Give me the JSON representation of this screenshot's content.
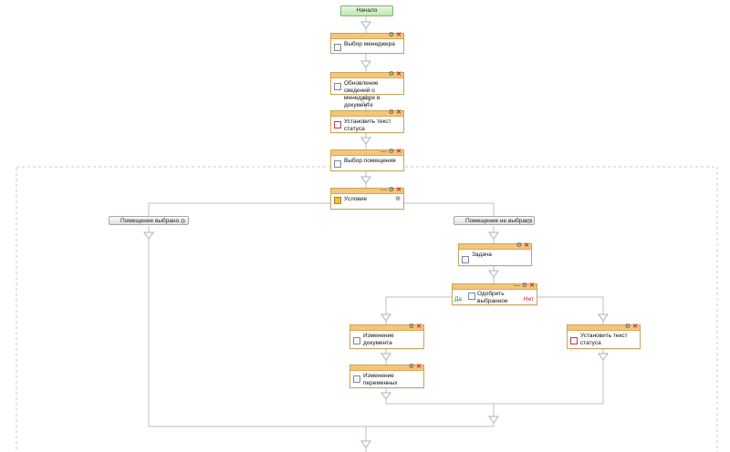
{
  "start": "Начало",
  "nodes": {
    "manager": "Выбор менеджера",
    "update_info": "Обновление сведений о менеджере в документе",
    "set_status1": "Установить текст статуса",
    "room": "Выбор помещения",
    "condition": "Условие",
    "task": "Задача",
    "approve": "Одобрить выбранное",
    "change_doc": "Изменение документа",
    "change_vars": "Изменение переменных",
    "set_status2": "Установить текст статуса"
  },
  "branches": {
    "selected": "Помещение выбрано",
    "not_selected": "Помещение не выбрано"
  },
  "approve_labels": {
    "yes": "Да",
    "no": "Нет"
  },
  "controls": {
    "collapse": "—",
    "settings": "⚙",
    "close": "✕",
    "expand": "⊕"
  },
  "colors": {
    "node_header": "#f5c57a",
    "start_fill": "#bfe8b3",
    "line": "#b8c2cc"
  }
}
